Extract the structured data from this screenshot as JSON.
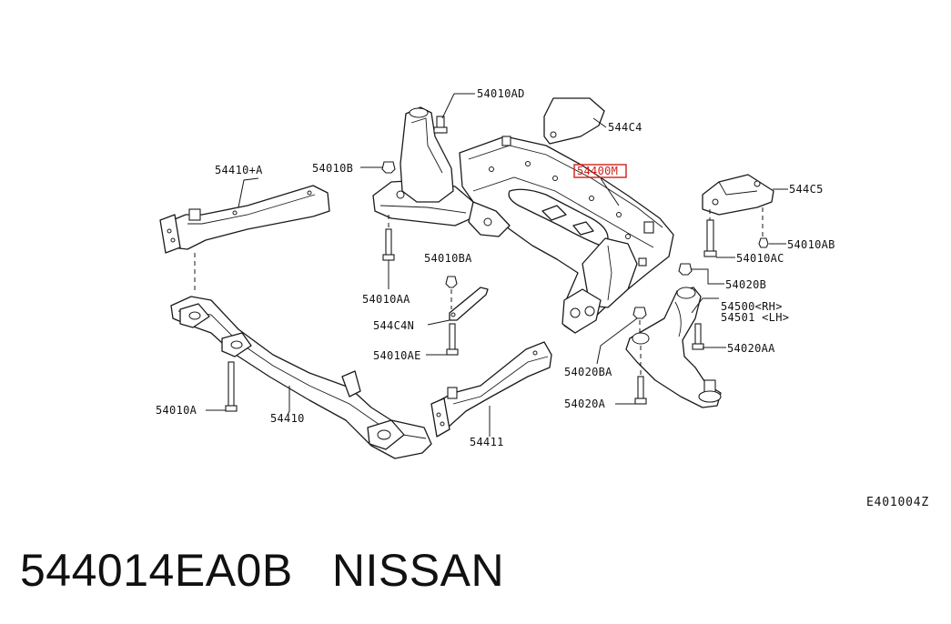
{
  "diagram": {
    "code": "E401004Z",
    "highlight_color": "#d0201a",
    "labels": {
      "p54010AD": "54010AD",
      "p544C4": "544C4",
      "p54010B": "54010B",
      "p54400M": "54400M",
      "p54410A": "54410+A",
      "p544C5": "544C5",
      "p54010AB": "54010AB",
      "p54010AC": "54010AC",
      "p54010BA": "54010BA",
      "p54020B": "54020B",
      "p54010AA": "54010AA",
      "p54500": "54500<RH>",
      "p54501": "54501 <LH>",
      "p544C4N": "544C4N",
      "p54010AE": "54010AE",
      "p54020AA": "54020AA",
      "p54020BA": "54020BA",
      "p54010A": "54010A",
      "p54410": "54410",
      "p54020A": "54020A",
      "p54411": "54411"
    }
  },
  "footer": {
    "part_number": "544014EA0B",
    "brand": "NISSAN"
  }
}
